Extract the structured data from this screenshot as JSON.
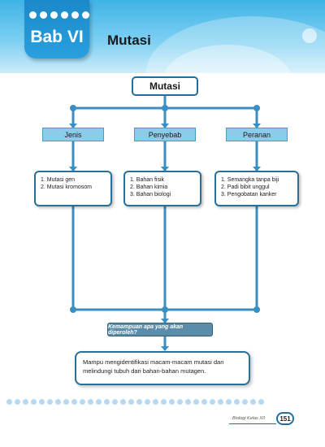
{
  "chapter": {
    "label": "Bab VI",
    "title": "Mutasi"
  },
  "diagram": {
    "root": "Mutasi",
    "categories": [
      {
        "label": "Jenis",
        "items": [
          "1.  Mutasi gen",
          "2.  Mutasi kromosom"
        ]
      },
      {
        "label": "Penyebab",
        "items": [
          "1.  Bahan fisik",
          "2.  Bahan kimia",
          "3.  Bahan biologi"
        ]
      },
      {
        "label": "Peranan",
        "items": [
          "1.  Semangka tanpa biji",
          "2.  Padi bibit unggul",
          "3.  Pengobatan kanker"
        ]
      }
    ],
    "question": "Kemampuan apa yang akan diperoleh?",
    "answer": "Mampu mengidentifikasi macam-macam mutasi dan melindungi tubuh dari bahan-bahan mutagen."
  },
  "footer": {
    "book_title": "Biologi Kelas XII",
    "page_number": "151"
  },
  "colors": {
    "accent": "#2aa0df",
    "line": "#3a8fc2",
    "category_fill": "#8dcce9",
    "question_fill": "#5b8dab"
  }
}
